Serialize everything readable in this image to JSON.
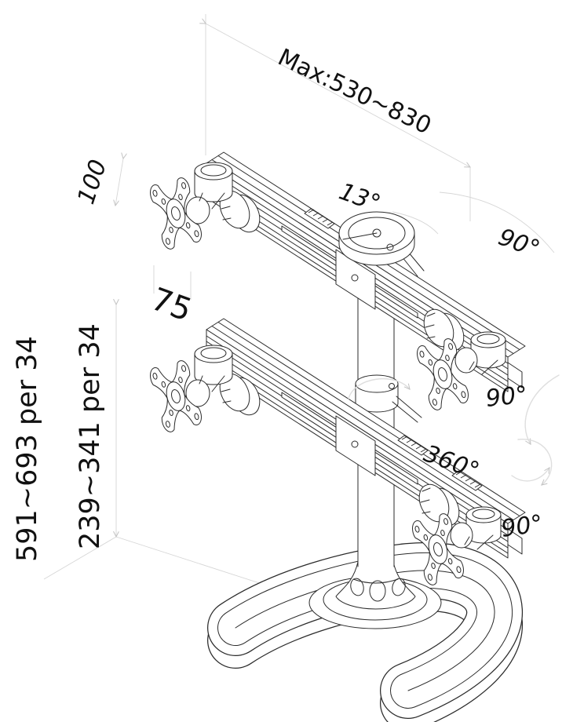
{
  "diagram": {
    "type": "technical-line-drawing",
    "subject": "quad monitor desk stand with four VESA plates, two crossbars, center pole and horseshoe base",
    "labels": {
      "max_width": "Max:530~830",
      "vesa_height": "100",
      "vesa_width": "75",
      "tilt": "13°",
      "swivel_top": "90°",
      "swivel_mid": "90°",
      "rotation": "360°",
      "swivel_bottom": "90°",
      "height_total": "591~693 per 34",
      "height_lower": "239~341 per 34"
    },
    "colors": {
      "background": "#ffffff",
      "line": "#2b2b2b",
      "construction": "#d6d6d6",
      "rotation_arrow": "#dedede",
      "text": "#111111"
    }
  }
}
